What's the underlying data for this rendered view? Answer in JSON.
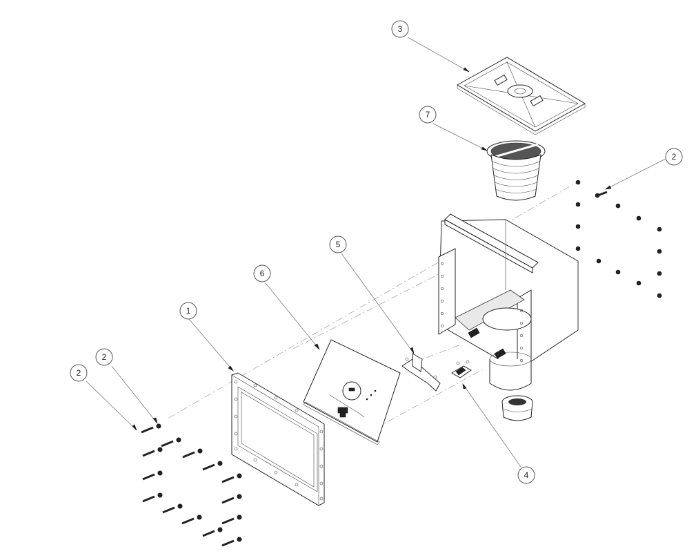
{
  "callouts": [
    {
      "id": "c1",
      "label": "1"
    },
    {
      "id": "c2a",
      "label": "2"
    },
    {
      "id": "c2b",
      "label": "2"
    },
    {
      "id": "c2c",
      "label": "2"
    },
    {
      "id": "c3",
      "label": "3"
    },
    {
      "id": "c4",
      "label": "4"
    },
    {
      "id": "c5",
      "label": "5"
    },
    {
      "id": "c6",
      "label": "6"
    },
    {
      "id": "c7",
      "label": "7"
    }
  ]
}
